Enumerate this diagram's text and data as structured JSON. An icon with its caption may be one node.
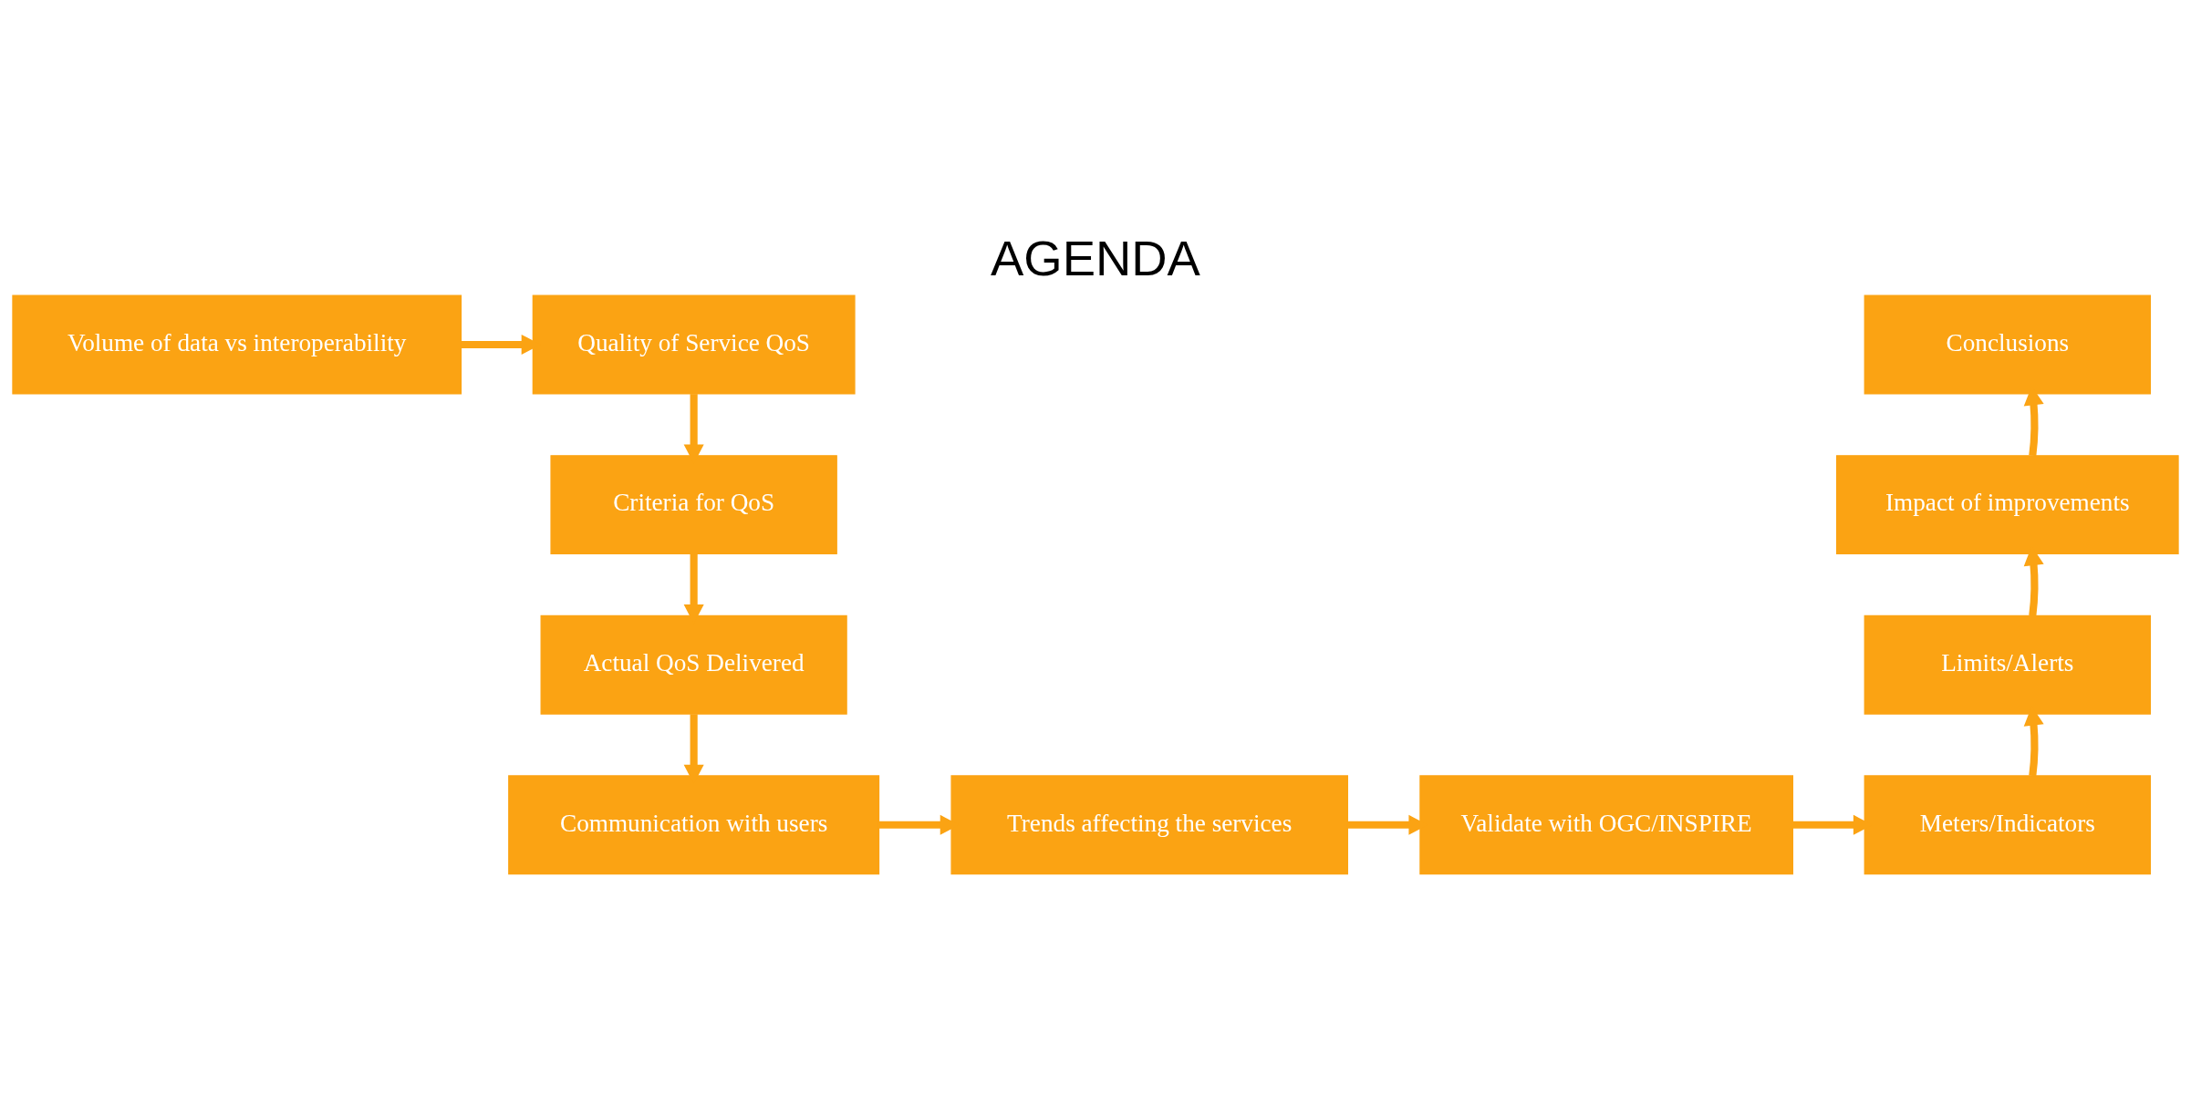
{
  "diagram": {
    "title": "AGENDA",
    "nodes": [
      {
        "text": [
          "Volume of data vs interoperability"
        ]
      },
      {
        "text": [
          "Quality of Service QoS"
        ]
      },
      {
        "text": [
          "Criteria for QoS"
        ]
      },
      {
        "text": [
          "Actual QoS Delivered"
        ]
      },
      {
        "text": [
          "Communication with users"
        ]
      },
      {
        "text": [
          "Trends affecting the services"
        ]
      },
      {
        "text": [
          "Validate with OGC/INSPIRE"
        ]
      },
      {
        "text": [
          "Meters/Indicators"
        ]
      },
      {
        "text": [
          "Limits/Alerts"
        ]
      },
      {
        "text": [
          "Impact of improvements"
        ]
      },
      {
        "text": [
          "Conclusions"
        ]
      }
    ],
    "edges": [
      {
        "from": 0,
        "to": 1,
        "arrow": "to"
      },
      {
        "from": 1,
        "to": 2,
        "arrow": "to"
      },
      {
        "from": 2,
        "to": 3,
        "arrow": "to"
      },
      {
        "from": 3,
        "to": 4,
        "arrow": "to"
      },
      {
        "from": 4,
        "to": 5,
        "arrow": "to"
      },
      {
        "from": 5,
        "to": 6,
        "arrow": "to"
      },
      {
        "from": 6,
        "to": 7,
        "arrow": "to"
      },
      {
        "from": 7,
        "to": 8,
        "arrow": "to"
      },
      {
        "from": 8,
        "to": 9,
        "arrow": "to"
      },
      {
        "from": 9,
        "to": 10,
        "arrow": "to"
      }
    ]
  }
}
